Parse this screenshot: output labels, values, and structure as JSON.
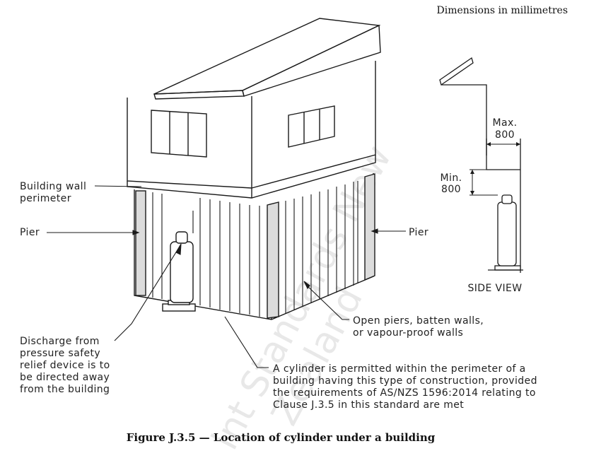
{
  "header": {
    "dimensions_note": "Dimensions in millimetres"
  },
  "labels": {
    "building_wall": [
      "Building wall",
      "perimeter"
    ],
    "pier_left": "Pier",
    "pier_right": "Pier",
    "discharge": [
      "Discharge from",
      "pressure safety",
      "relief device is to",
      "be directed away",
      "from the building"
    ],
    "open_piers": [
      "Open piers, batten walls,",
      "or vapour-proof walls"
    ],
    "cylinder_note": [
      "A cylinder is permitted within the perimeter of a",
      "building having this type of construction, provided",
      "the requirements of AS/NZS 1596:2014 relating to",
      "Clause J.3.5 in this standard are met"
    ]
  },
  "side_view": {
    "title": "SIDE VIEW",
    "max_label": "Max.",
    "max_value": "800",
    "min_label": "Min.",
    "min_value": "800"
  },
  "caption": "Figure J.3.5 — Location of cylinder under a building",
  "watermark": [
    "int Standards New",
    "Zealand"
  ]
}
